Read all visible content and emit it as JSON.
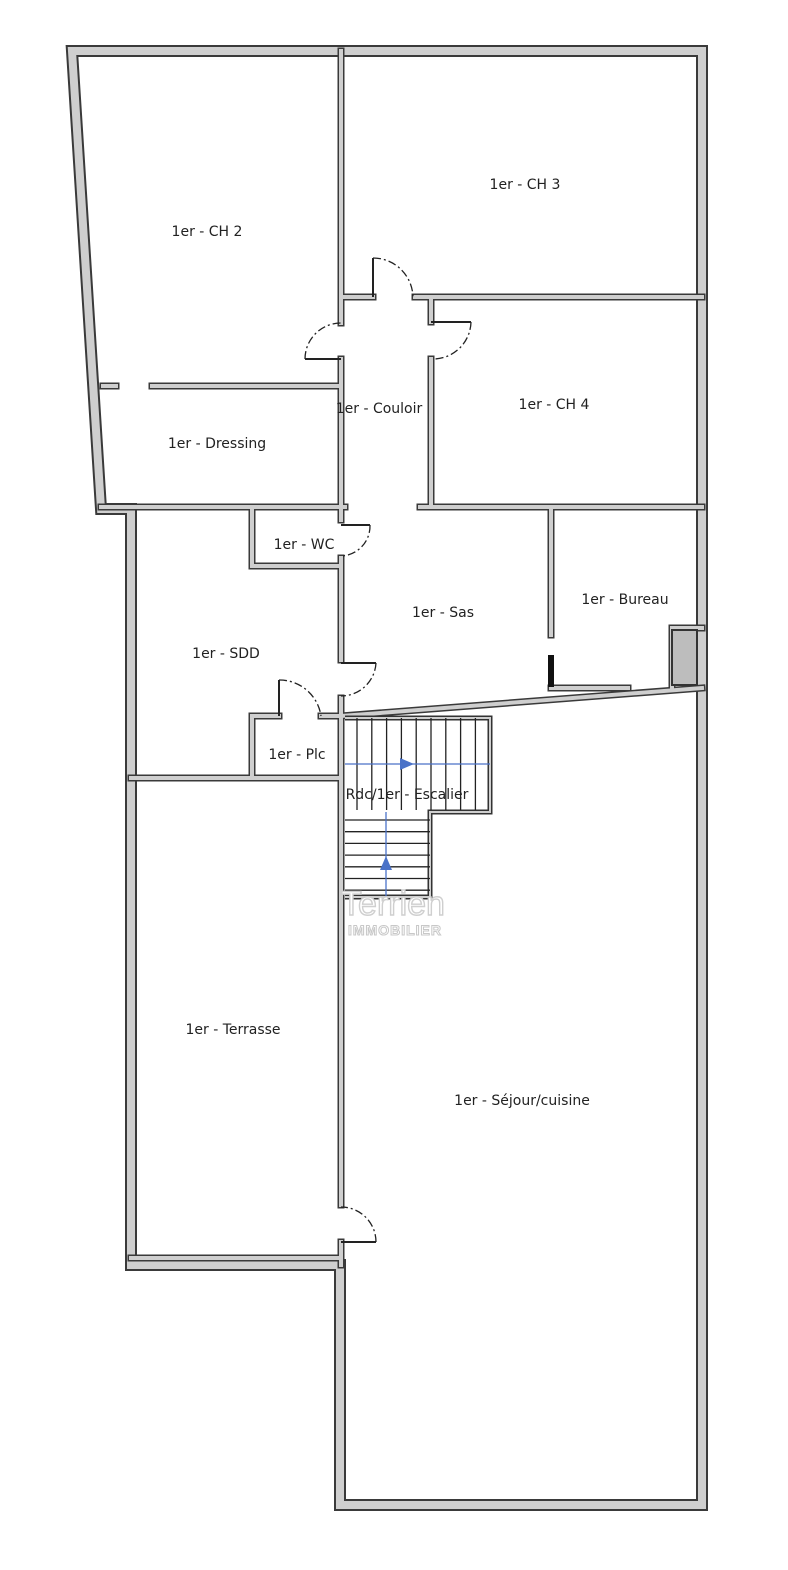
{
  "rooms": {
    "ch2": "1er - CH 2",
    "ch3": "1er - CH 3",
    "couloir": "1er - Couloir",
    "ch4": "1er - CH 4",
    "dressing": "1er - Dressing",
    "wc": "1er - WC",
    "sas": "1er - Sas",
    "bureau": "1er - Bureau",
    "sdd": "1er - SDD",
    "plc": "1er - Plc",
    "escalier": "Rdc/1er - Escalier",
    "terrasse": "1er - Terrasse",
    "sejour": "1er - Séjour/cuisine"
  },
  "watermark": {
    "brand": "Terrien",
    "sub": "IMMOBILIER"
  },
  "colors": {
    "wall": "#cfcfcf",
    "outline": "#3a3a3a",
    "arrow": "#4a72c8"
  }
}
